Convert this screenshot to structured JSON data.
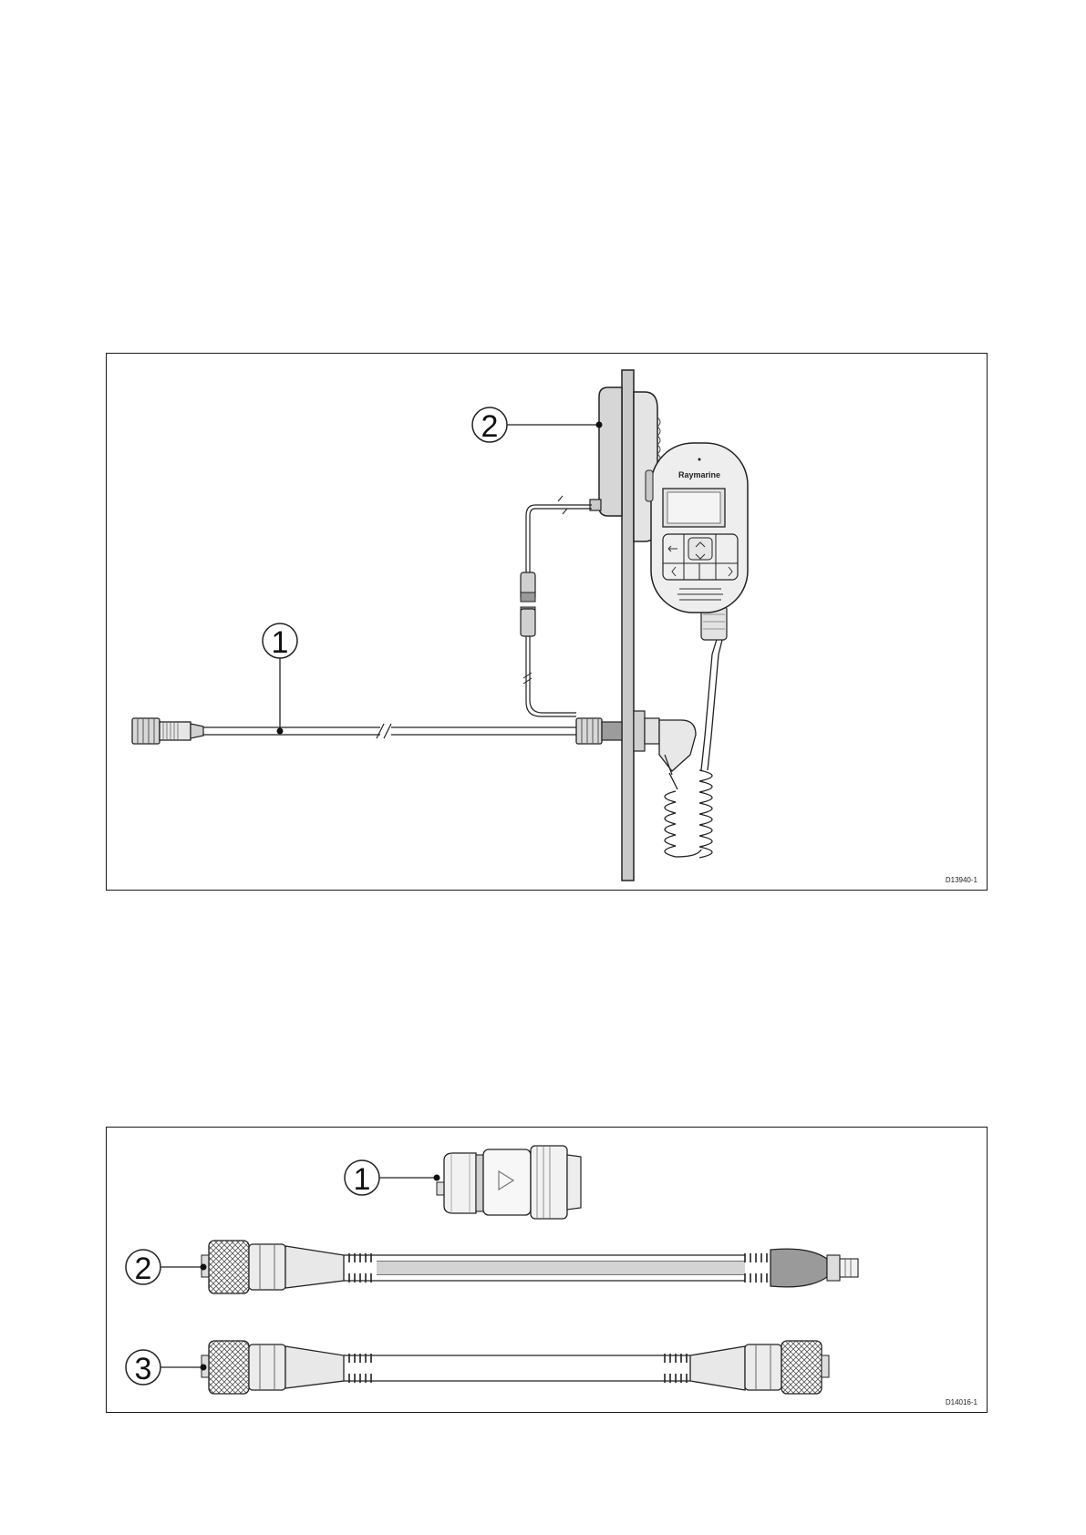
{
  "figures": [
    {
      "id_label": "D13940-1",
      "callouts": [
        "1",
        "2"
      ],
      "handset_brand": "Raymarine"
    },
    {
      "id_label": "D14016-1",
      "callouts": [
        "1",
        "2",
        "3"
      ]
    }
  ]
}
